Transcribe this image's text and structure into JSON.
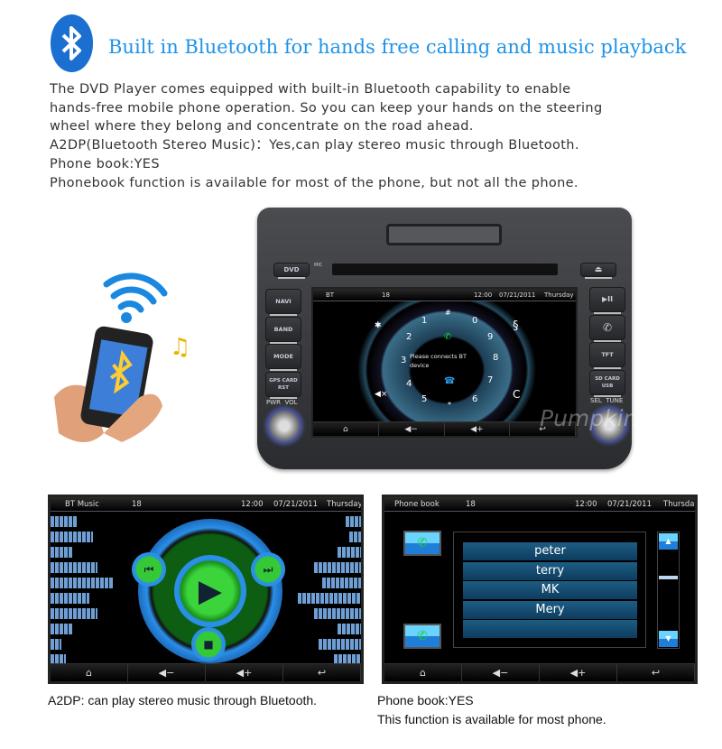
{
  "header": {
    "title": "Built in Bluetooth for hands free calling and music playback",
    "logo_icon": "bluetooth-icon"
  },
  "description": [
    "The DVD Player comes equipped with built-in Bluetooth capability to enable",
    "hands-free mobile phone operation. So you can keep your hands on the steering",
    "wheel where they belong and concentrate on the road ahead.",
    "A2DP(Bluetooth Stereo Music)：Yes,can play stereo music through Bluetooth.",
    "Phone book:YES",
    "Phonebook function is available for most of the phone, but not all the phone."
  ],
  "head_unit": {
    "top": {
      "dvd": "DVD",
      "mic": "MIC",
      "eject": "⏏"
    },
    "left_buttons": [
      "NAVI",
      "BAND",
      "MODE",
      "GPS CARD RST"
    ],
    "right_buttons": [
      "▶II",
      "✆",
      "TFT",
      "SD CARD USB"
    ],
    "left_knob": "PWR  VOL",
    "right_knob": "SEL  TUNE",
    "screen": {
      "mode": "BT",
      "channel": "18",
      "time": "12:00",
      "date": "07/21/2011",
      "day": "Thursday",
      "dial": [
        "#",
        "1",
        "0",
        "2",
        "9",
        "3",
        "8",
        "4",
        "7",
        "5",
        "6",
        "*",
        "C"
      ],
      "message": "Please connects BT device",
      "bottom": [
        "⌂",
        "◀−",
        "◀+",
        "↩"
      ]
    },
    "watermark": "Pumpkin"
  },
  "music_screen": {
    "mode": "BT Music",
    "channel": "18",
    "time": "12:00",
    "date": "07/21/2011",
    "day": "Thursday",
    "bottom": [
      "⌂",
      "◀−",
      "◀+",
      "↩"
    ],
    "prev": "⏮",
    "next": "⏭",
    "play": "▶",
    "stop": "■"
  },
  "phonebook_screen": {
    "mode": "Phone book",
    "channel": "18",
    "time": "12:00",
    "date": "07/21/2011",
    "day": "Thursday",
    "contacts": [
      "peter",
      "terry",
      "MK",
      "Mery",
      ""
    ],
    "bottom": [
      "⌂",
      "◀−",
      "◀+",
      "↩"
    ]
  },
  "captions": {
    "left": "A2DP: can play stereo music through Bluetooth.",
    "right_1": "Phone book:YES",
    "right_2": "This function is available for most phone."
  }
}
